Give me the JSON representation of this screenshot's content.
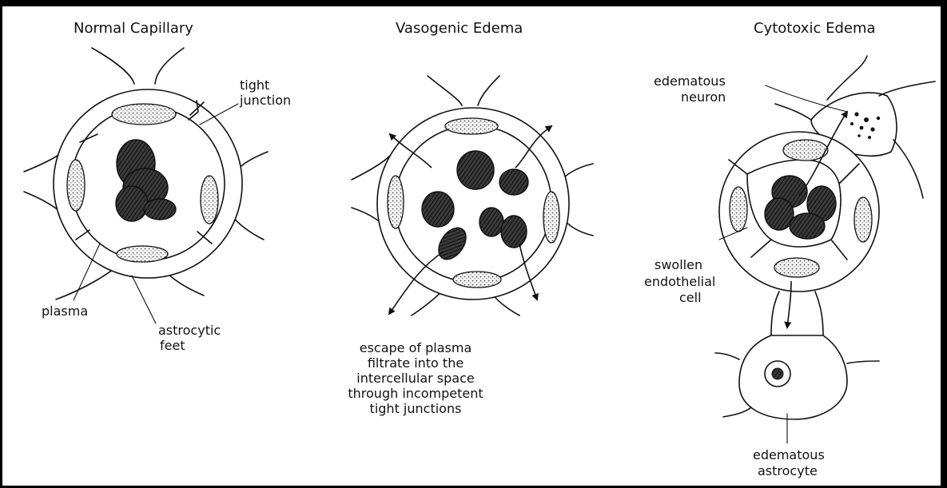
{
  "panels": [
    {
      "title": "Normal Capillary",
      "labels": {
        "tight_junction_1": "tight",
        "tight_junction_2": "junction",
        "plasma": "plasma",
        "astrocytic_1": "astrocytic",
        "astrocytic_2": "feet"
      }
    },
    {
      "title": "Vasogenic Edema",
      "caption": [
        "escape of plasma",
        "filtrate into the",
        "intercellular space",
        "through incompetent",
        "tight junctions"
      ]
    },
    {
      "title": "Cytotoxic Edema",
      "labels": {
        "edematous_neuron_1": "edematous",
        "edematous_neuron_2": "neuron",
        "swollen_1": "swollen",
        "swollen_2": "endothelial",
        "swollen_3": "cell",
        "edematous_astrocyte_1": "edematous",
        "edematous_astrocyte_2": "astrocyte"
      }
    }
  ]
}
